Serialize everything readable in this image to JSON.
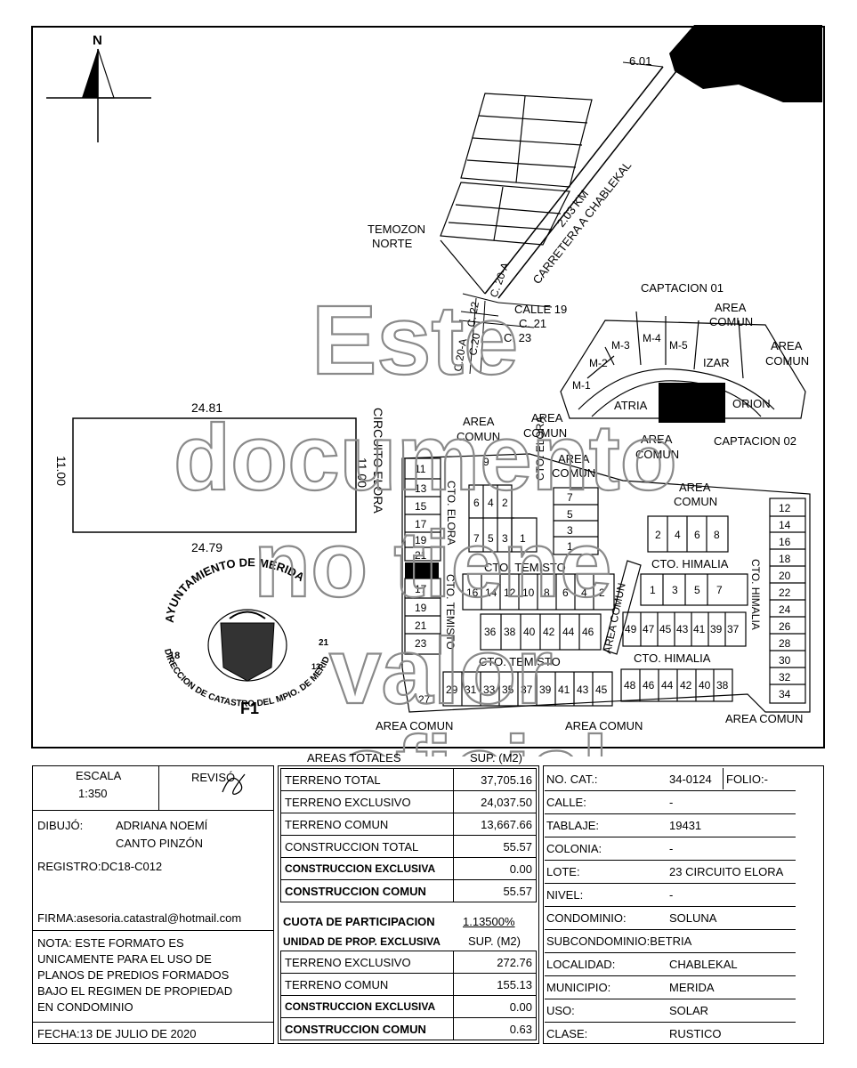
{
  "north": "N",
  "road": {
    "km_point": "6.01",
    "name": "CARRETERA A CHABLEKAL",
    "distance": "2.03 KM"
  },
  "streets": {
    "temozon": "TEMOZON",
    "norte": "NORTE",
    "c20a_a": "C. 20-A",
    "c22": "C. 22",
    "c20a_b": "C.20-A",
    "c20": "C.20",
    "calle19": "CALLE 19",
    "c21": "C. 21",
    "c23": "C. 23"
  },
  "north_cluster": {
    "captacion01": "CAPTACION 01",
    "area_comun_a1": "AREA",
    "area_comun_a2": "COMUN",
    "area_comun_b1": "AREA",
    "area_comun_b2": "COMUN",
    "m1": "M-1",
    "m2": "M-2",
    "m3": "M-3",
    "m4": "M-4",
    "m5": "M-5",
    "izar": "IZAR",
    "atria": "ATRIA",
    "orion": "ORION",
    "area_comun_c1": "AREA",
    "area_comun_c2": "COMUN",
    "area_comun_d1": "AREA",
    "area_comun_d2": "COMUN",
    "captacion02": "CAPTACION 02"
  },
  "lot_detail": {
    "top": "24.81",
    "bottom": "24.79",
    "left": "11.00",
    "right": "11.00",
    "street1": "CIRCUITO ELORA",
    "street2": "11.00"
  },
  "seal": {
    "top_text": "AYUNTAMIENTO DE MERIDA",
    "bottom_text": "DIRECCION DE CATASTRO DEL MPIO. DE MERIDA",
    "num_left": "18",
    "num_right": "21",
    "code": "F1",
    "sub": "13"
  },
  "south_cluster": {
    "area_comun_1a": "AREA",
    "area_comun_1b": "COMUN",
    "area_comun_2a": "AREA",
    "area_comun_2b": "COMUN",
    "area_comun_3a": "AREA",
    "area_comun_3b": "COMUN",
    "area_comun_4": "AREA COMUN",
    "area_comun_5": "AREA COMUN",
    "area_comun_6": "AREA COMUN",
    "area_comun_7": "AREA COMUN",
    "cto_elora_1": "CTO. ELORA",
    "cto_elora_2": "CTO. ELORA",
    "cto_temisto_1": "CTO. TEMISTO",
    "cto_temisto_2": "CTO. TEMISTO",
    "cto_temisto_3": "CTO. TEMISTO",
    "cto_himalia_1": "CTO. HIMALIA",
    "cto_himalia_2": "CTO. HIMALIA",
    "cto_himalia_3": "CTO. HIMALIA",
    "left_col_top": [
      "11",
      "13",
      "15",
      "17",
      "19",
      "21"
    ],
    "left_col_bottom": [
      "17",
      "19",
      "21",
      "23"
    ],
    "lot27": "27",
    "lot9": "9",
    "block_a_top": [
      "6",
      "4",
      "2"
    ],
    "block_a_bottom": [
      "7",
      "5",
      "3",
      "1"
    ],
    "block_b": [
      "7",
      "5",
      "3",
      "1"
    ],
    "block_c_top": [
      "16",
      "14",
      "12",
      "10",
      "8",
      "6",
      "4",
      "2"
    ],
    "block_c_bottom": [
      "36",
      "38",
      "40",
      "42",
      "44",
      "46"
    ],
    "block_d_top": [
      "2",
      "4",
      "6",
      "8"
    ],
    "block_d_mid": [
      "1",
      "3",
      "5",
      "7"
    ],
    "block_d_bottom": [
      "49",
      "47",
      "45",
      "43",
      "41",
      "39",
      "37"
    ],
    "row_bottom_left": [
      "29",
      "31",
      "33",
      "35",
      "37",
      "39",
      "41",
      "43",
      "45"
    ],
    "row_bottom_right": [
      "48",
      "46",
      "44",
      "42",
      "40",
      "38"
    ],
    "right_col_a": [
      "12",
      "16",
      "20",
      "24",
      "28",
      "32"
    ],
    "right_col_b": [
      "14",
      "18",
      "22",
      "26",
      "30",
      "34"
    ],
    "right_col": [
      "12",
      "14",
      "16",
      "18",
      "20",
      "22",
      "24",
      "26",
      "28",
      "30",
      "32",
      "34"
    ]
  },
  "watermark": [
    "Este",
    "documento",
    "no tiene",
    "valor",
    "oficial"
  ],
  "left_panel": {
    "escala_label": "ESCALA",
    "escala_value": "1:350",
    "reviso_label": "REVISÓ",
    "dibujo_label": "DIBUJÓ:",
    "dibujo_name1": "ADRIANA NOEMÍ",
    "dibujo_name2": "CANTO PINZÓN",
    "registro": "REGISTRO:DC18-C012",
    "firma": "FIRMA:asesoria.catastral@hotmail.com",
    "nota": [
      "NOTA: ESTE FORMATO ES",
      "UNICAMENTE PARA EL USO DE",
      "PLANOS DE PREDIOS FORMADOS",
      "BAJO EL REGIMEN DE PROPIEDAD",
      "EN CONDOMINIO"
    ],
    "fecha": "FECHA:13 DE JULIO DE 2020"
  },
  "areas": {
    "header_label": "AREAS TOTALES",
    "header_value": "SUP. (M2)",
    "rows1": [
      {
        "label": "TERRENO TOTAL",
        "value": "37,705.16"
      },
      {
        "label": "TERRENO EXCLUSIVO",
        "value": "24,037.50"
      },
      {
        "label": "TERRENO COMUN",
        "value": "13,667.66"
      },
      {
        "label": "CONSTRUCCION TOTAL",
        "value": "55.57"
      },
      {
        "label": "CONSTRUCCION EXCLUSIVA",
        "value": "0.00"
      },
      {
        "label": "CONSTRUCCION COMUN",
        "value": "55.57"
      }
    ],
    "cuota_label": "CUOTA DE PARTICIPACION",
    "cuota_value": "1.13500%",
    "unidad_label": "UNIDAD DE PROP. EXCLUSIVA",
    "unidad_value": "SUP. (M2)",
    "rows2": [
      {
        "label": "TERRENO EXCLUSIVO",
        "value": "272.76"
      },
      {
        "label": "TERRENO COMUN",
        "value": "155.13"
      },
      {
        "label": "CONSTRUCCION EXCLUSIVA",
        "value": "0.00"
      },
      {
        "label": "CONSTRUCCION COMUN",
        "value": "0.63"
      }
    ]
  },
  "info": {
    "rows": [
      {
        "label": "NO. CAT.:",
        "value": "34-0124",
        "extra": "FOLIO:-"
      },
      {
        "label": "CALLE:",
        "value": "-"
      },
      {
        "label": "TABLAJE:",
        "value": "19431"
      },
      {
        "label": "COLONIA:",
        "value": "-"
      },
      {
        "label": "LOTE:",
        "value": "23 CIRCUITO ELORA"
      },
      {
        "label": "NIVEL:",
        "value": "-"
      },
      {
        "label": "CONDOMINIO:",
        "value": "SOLUNA"
      },
      {
        "label": "SUBCONDOMINIO:BETRIA",
        "value": ""
      },
      {
        "label": "LOCALIDAD:",
        "value": "CHABLEKAL"
      },
      {
        "label": "MUNICIPIO:",
        "value": "MERIDA"
      },
      {
        "label": "USO:",
        "value": "SOLAR"
      },
      {
        "label": "CLASE:",
        "value": "RUSTICO"
      }
    ]
  }
}
